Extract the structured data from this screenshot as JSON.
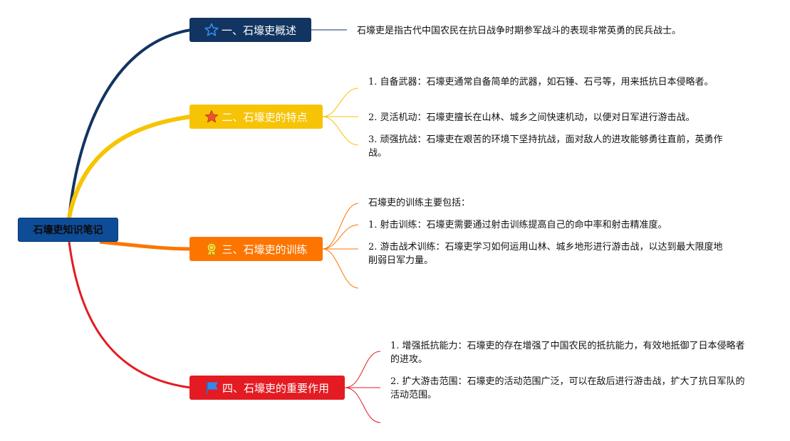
{
  "root": {
    "label": "石壕吏知识笔记"
  },
  "branches": [
    {
      "label": "一、石壕吏概述",
      "color": "#123461",
      "icon": "star-outline-icon",
      "items": [
        {
          "text": "石壕吏是指古代中国农民在抗日战争时期参军战斗的表现非常英勇的民兵战士。"
        }
      ]
    },
    {
      "label": "二、石壕吏的特点",
      "color": "#f7c305",
      "icon": "star-filled-icon",
      "items": [
        {
          "num": "1.",
          "text": "自备武器：石壕吏通常自备简单的武器，如石锤、石弓等，用来抵抗日本侵略者。"
        },
        {
          "num": "2.",
          "text": "灵活机动：石壕吏擅长在山林、城乡之间快速机动，以便对日军进行游击战。"
        },
        {
          "num": "3.",
          "text": "顽强抗战：石壕吏在艰苦的环境下坚持抗战，面对敌人的进攻能够勇往直前，英勇作战。"
        }
      ]
    },
    {
      "label": "三、石壕吏的训练",
      "color": "#fd7501",
      "icon": "medal-icon",
      "items": [
        {
          "text": "石壕吏的训练主要包括："
        },
        {
          "num": "1.",
          "text": "射击训练：石壕吏需要通过射击训练提高自己的命中率和射击精准度。"
        },
        {
          "num": "2.",
          "text": "游击战术训练：石壕吏学习如何运用山林、城乡地形进行游击战，以达到最大限度地削弱日军力量。"
        },
        {
          "text": ""
        }
      ]
    },
    {
      "label": "四、石壕吏的重要作用",
      "color": "#e41b23",
      "icon": "flag-icon",
      "items": [
        {
          "num": "1.",
          "text": "增强抵抗能力：石壕吏的存在增强了中国农民的抵抗能力，有效地抵御了日本侵略者的进攻。"
        },
        {
          "num": "2.",
          "text": "扩大游击范围：石壕吏的活动范围广泛，可以在敌后进行游击战，扩大了抗日军队的活动范围。"
        },
        {
          "text": ""
        }
      ]
    }
  ]
}
